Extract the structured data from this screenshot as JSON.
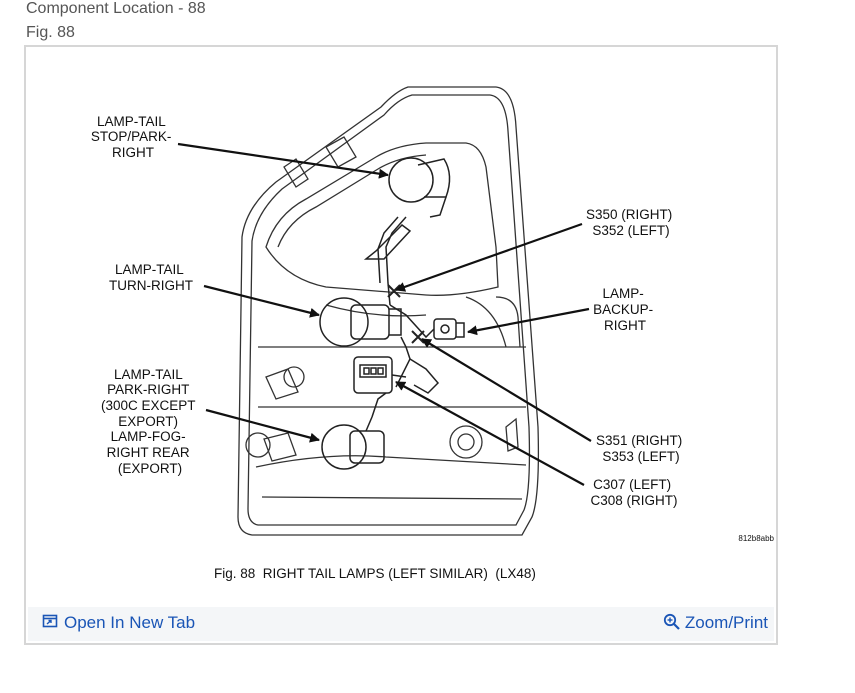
{
  "header": {
    "title": "Component Location - 88",
    "fig": "Fig. 88"
  },
  "diagram": {
    "callouts": {
      "stop_park": [
        "LAMP-TAIL",
        "STOP/PARK-",
        "RIGHT"
      ],
      "turn": [
        "LAMP-TAIL",
        "TURN-RIGHT"
      ],
      "park_fog": [
        "LAMP-TAIL",
        "PARK-RIGHT",
        "(300C EXCEPT",
        "EXPORT)",
        "LAMP-FOG-",
        "RIGHT REAR",
        "(EXPORT)"
      ],
      "s350": [
        "S350 (RIGHT)",
        "S352 (LEFT)"
      ],
      "backup": [
        "LAMP-",
        "BACKUP-",
        "RIGHT"
      ],
      "s351": [
        "S351 (RIGHT)",
        "S353 (LEFT)"
      ],
      "c307": [
        "C307 (LEFT)",
        "C308 (RIGHT)"
      ]
    },
    "image_code": "812b8abb",
    "caption": "Fig. 88  RIGHT TAIL LAMPS (LEFT SIMILAR)  (LX48)"
  },
  "toolbar": {
    "open_label": "Open In New Tab",
    "zoom_label": "Zoom/Print",
    "open_icon": "open-new-tab-icon",
    "zoom_icon": "zoom-magnifier-icon",
    "link_color": "#1a55b6"
  }
}
